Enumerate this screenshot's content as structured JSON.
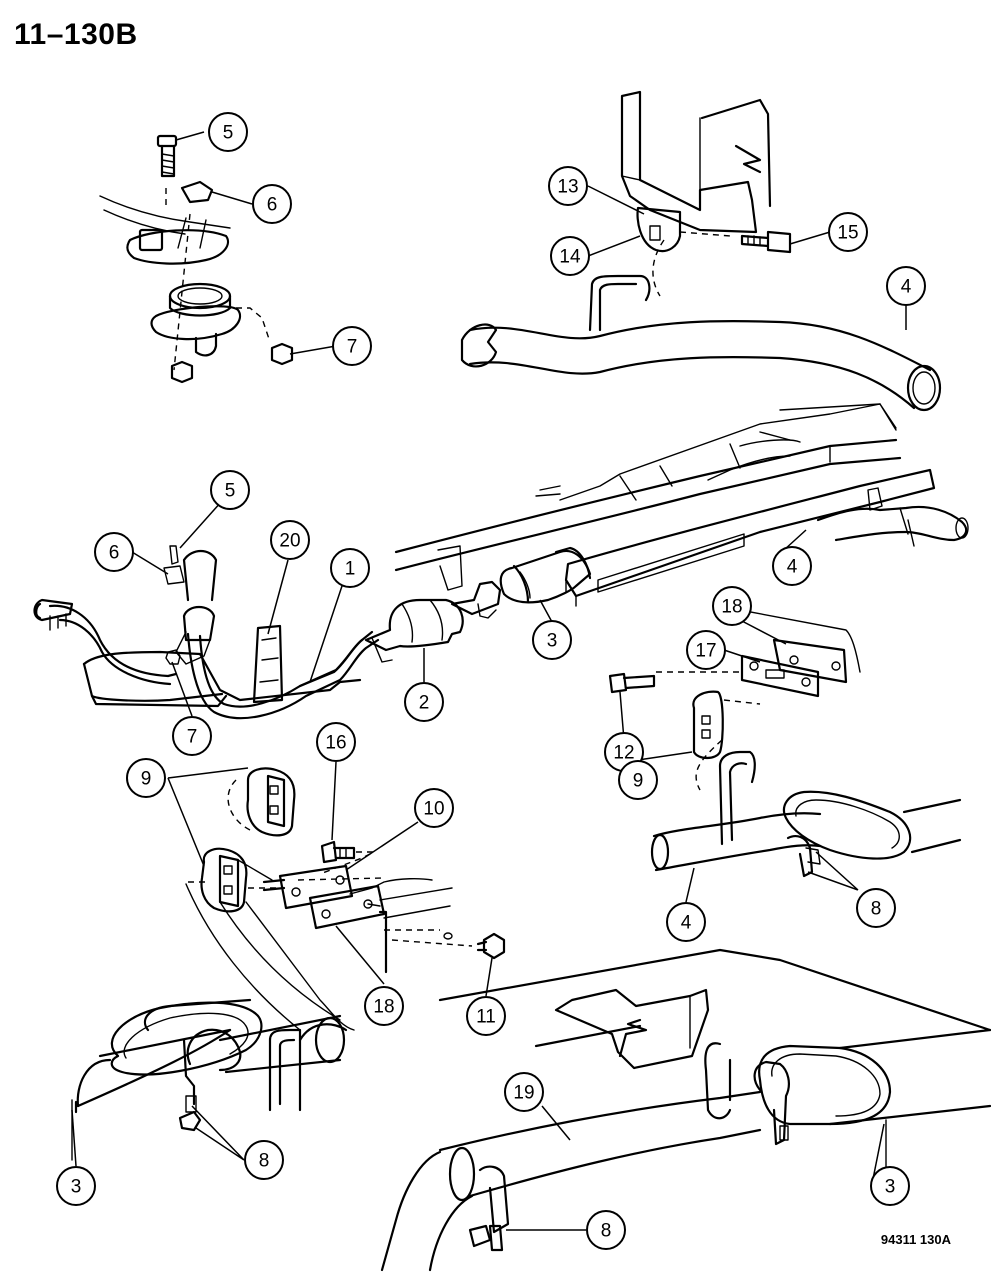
{
  "header": {
    "page_code": "11–130B"
  },
  "footer": {
    "doc_code": "94311 130A"
  },
  "callouts": [
    {
      "id": "c1",
      "label": "5"
    },
    {
      "id": "c2",
      "label": "6"
    },
    {
      "id": "c3",
      "label": "7"
    },
    {
      "id": "c4",
      "label": "13"
    },
    {
      "id": "c5",
      "label": "14"
    },
    {
      "id": "c6",
      "label": "15"
    },
    {
      "id": "c7",
      "label": "4"
    },
    {
      "id": "c8",
      "label": "5"
    },
    {
      "id": "c9",
      "label": "6"
    },
    {
      "id": "c10",
      "label": "20"
    },
    {
      "id": "c11",
      "label": "1"
    },
    {
      "id": "c12",
      "label": "7"
    },
    {
      "id": "c13",
      "label": "2"
    },
    {
      "id": "c14",
      "label": "3"
    },
    {
      "id": "c15",
      "label": "4"
    },
    {
      "id": "c16",
      "label": "18"
    },
    {
      "id": "c17",
      "label": "17"
    },
    {
      "id": "c18",
      "label": "12"
    },
    {
      "id": "c19",
      "label": "9"
    },
    {
      "id": "c20",
      "label": "16"
    },
    {
      "id": "c21",
      "label": "9"
    },
    {
      "id": "c22",
      "label": "10"
    },
    {
      "id": "c23",
      "label": "4"
    },
    {
      "id": "c24",
      "label": "8"
    },
    {
      "id": "c25",
      "label": "18"
    },
    {
      "id": "c26",
      "label": "11"
    },
    {
      "id": "c27",
      "label": "19"
    },
    {
      "id": "c28",
      "label": "3"
    },
    {
      "id": "c29",
      "label": "8"
    },
    {
      "id": "c30",
      "label": "3"
    },
    {
      "id": "c31",
      "label": "8"
    }
  ]
}
